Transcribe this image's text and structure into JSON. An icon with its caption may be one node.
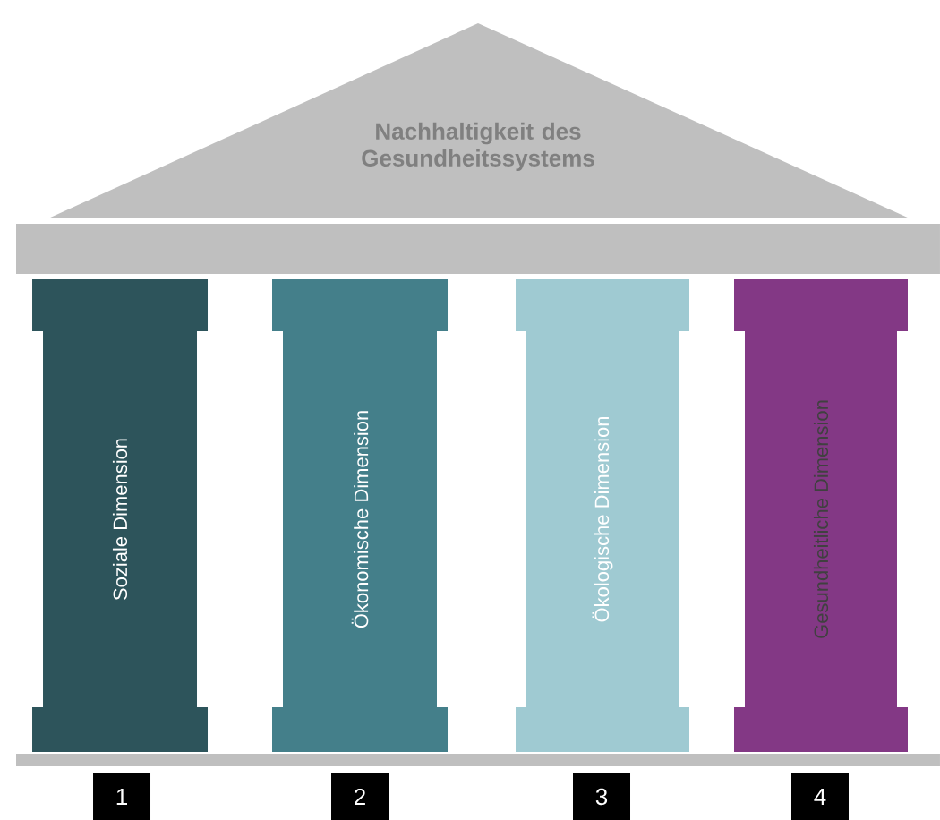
{
  "diagram": {
    "nodes": [
      {
        "text": [
          "Nachhaltigkeit des Gesundheitssystems"
        ]
      },
      {
        "text": [
          "Soziale Dimension"
        ]
      },
      {
        "text": [
          "Ökonomische Dimension"
        ]
      },
      {
        "text": [
          "Ökologische Dimension"
        ]
      },
      {
        "text": [
          "Gesundheitliche Dimension"
        ]
      },
      {
        "text": [
          "1"
        ]
      },
      {
        "text": [
          "2"
        ]
      },
      {
        "text": [
          "3"
        ]
      },
      {
        "text": [
          "4"
        ]
      }
    ]
  }
}
